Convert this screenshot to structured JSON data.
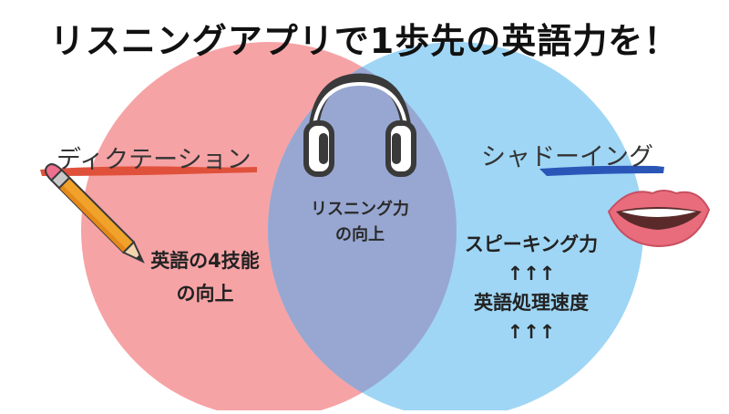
{
  "title": "リスニングアプリで1歩先の英語力を！",
  "left_circle": {
    "heading": "ディクテーション",
    "text_lines": [
      "英語の4技能",
      "の向上"
    ]
  },
  "right_circle": {
    "heading": "シャドーイング",
    "text_lines": [
      "スピーキング力",
      "↑↑↑",
      "英語処理速度",
      "↑↑↑"
    ]
  },
  "overlap": {
    "text_lines": [
      "リスニング力",
      "の向上"
    ]
  },
  "colors": {
    "left_circle": "#f6a3a6",
    "right_circle": "#9fd6f5",
    "overlap": "#97a7d1",
    "left_underline": "#e0513b",
    "right_underline": "#2a57b7"
  },
  "icons": [
    "headphones-icon",
    "pencil-icon",
    "lips-icon"
  ]
}
